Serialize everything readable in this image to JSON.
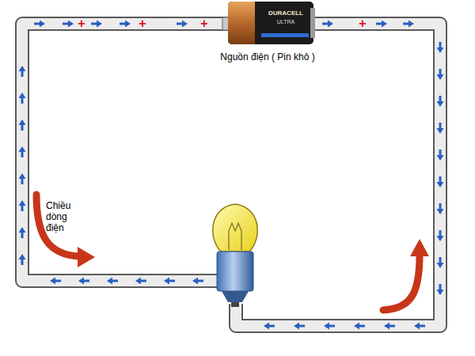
{
  "diagram": {
    "labels": [
      "Nguồn điện ( Pin khô )",
      "Chiều dòng điện",
      "DURACELL",
      "ULTRA",
      "+",
      "+",
      "+",
      "+"
    ]
  }
}
